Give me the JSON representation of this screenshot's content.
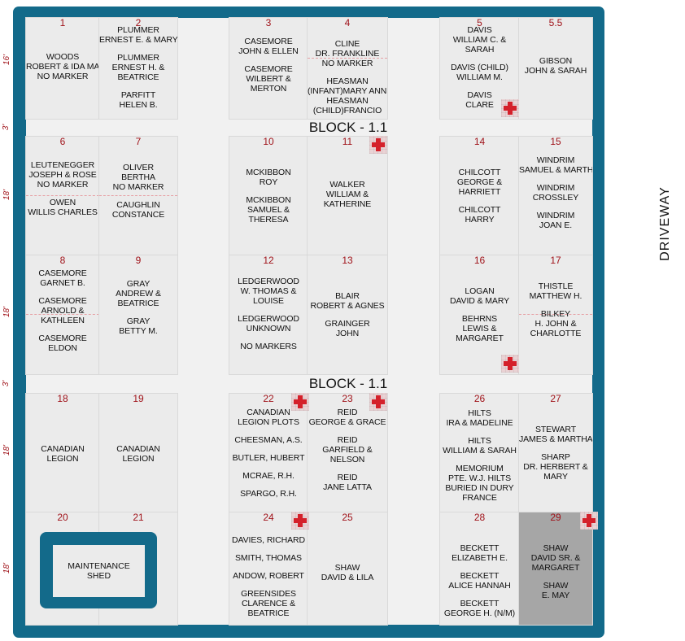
{
  "block_labels": [
    "BLOCK - 1.1",
    "BLOCK - 1.1"
  ],
  "driveway": "DRIVEWAY",
  "row_dimensions": [
    "16'",
    "3'",
    "18'",
    "18'",
    "3'",
    "18'",
    "18'"
  ],
  "maintenance_shed": [
    "MAINTENANCE",
    "SHED"
  ],
  "plots": [
    {
      "num": "1",
      "groups": [
        [
          "WOODS",
          "ROBERT & IDA MAY",
          "NO MARKER"
        ]
      ]
    },
    {
      "num": "2",
      "groups": [
        [
          "PLUMMER",
          "ERNEST E. & MARY"
        ],
        [
          "PLUMMER",
          "ERNEST H. &",
          "BEATRICE"
        ],
        [
          "PARFITT",
          "HELEN B."
        ]
      ]
    },
    {
      "num": "3",
      "groups": [
        [
          "CASEMORE",
          "JOHN & ELLEN"
        ],
        [
          "CASEMORE",
          "WILBERT &",
          "MERTON"
        ]
      ]
    },
    {
      "num": "4",
      "groups": [
        [
          "CLINE",
          "DR. FRANKLINE",
          "NO MARKER"
        ],
        [
          "HEASMAN",
          "(INFANT)MARY ANNE",
          "HEASMAN",
          "(CHILD)FRANCIO"
        ]
      ]
    },
    {
      "num": "5",
      "groups": [
        [
          "DAVIS",
          "WILLIAM C. &",
          "SARAH"
        ],
        [
          "DAVIS (CHILD)",
          "WILLIAM M."
        ],
        [
          "DAVIS",
          "CLARE"
        ]
      ]
    },
    {
      "num": "5.5",
      "groups": [
        [
          "GIBSON",
          "JOHN & SARAH"
        ]
      ]
    },
    {
      "num": "6",
      "groups": [
        [
          "LEUTENEGGER",
          "JOSEPH & ROSE",
          "NO MARKER"
        ],
        [
          "OWEN",
          "WILLIS CHARLES"
        ]
      ]
    },
    {
      "num": "7",
      "groups": [
        [
          "OLIVER",
          "BERTHA",
          "NO MARKER"
        ],
        [
          "CAUGHLIN",
          "CONSTANCE"
        ]
      ]
    },
    {
      "num": "10",
      "groups": [
        [
          "McKIBBON",
          "ROY"
        ],
        [
          "McKIBBON",
          "SAMUEL &",
          "THERESA"
        ]
      ]
    },
    {
      "num": "11",
      "groups": [
        [
          "WALKER",
          "WILLIAM &",
          "KATHERINE"
        ]
      ]
    },
    {
      "num": "14",
      "groups": [
        [
          "CHILCOTT",
          "GEORGE &",
          "HARRIETT"
        ],
        [
          "CHILCOTT",
          "HARRY"
        ]
      ]
    },
    {
      "num": "15",
      "groups": [
        [
          "WINDRIM",
          "SAMUEL & MARTHA"
        ],
        [
          "WINDRIM",
          "CROSSLEY"
        ],
        [
          "WINDRIM",
          "JOAN E."
        ]
      ]
    },
    {
      "num": "8",
      "groups": [
        [
          "CASEMORE",
          "GARNET B."
        ],
        [
          "CASEMORE",
          "ARNOLD &",
          "KATHLEEN"
        ],
        [
          "CASEMORE",
          "ELDON"
        ]
      ]
    },
    {
      "num": "9",
      "groups": [
        [
          "GRAY",
          "ANDREW &",
          "BEATRICE"
        ],
        [
          "GRAY",
          "BETTY M."
        ]
      ]
    },
    {
      "num": "12",
      "groups": [
        [
          "LEDGERWOOD",
          "W. THOMAS &",
          "LOUISE"
        ],
        [
          "LEDGERWOOD",
          "UNKNOWN"
        ],
        [
          "NO MARKERS"
        ]
      ]
    },
    {
      "num": "13",
      "groups": [
        [
          "BLAIR",
          "ROBERT & AGNES"
        ],
        [
          "GRAINGER",
          "JOHN"
        ]
      ]
    },
    {
      "num": "16",
      "groups": [
        [
          "LOGAN",
          "DAVID & MARY"
        ],
        [
          "BEHRNS",
          "LEWIS &",
          "MARGARET"
        ]
      ]
    },
    {
      "num": "17",
      "groups": [
        [
          "THISTLE",
          "MATTHEW H."
        ],
        [
          "BILKEY",
          "H. JOHN &",
          "CHARLOTTE"
        ]
      ]
    },
    {
      "num": "18",
      "groups": [
        [
          "CANADIAN",
          "LEGION"
        ]
      ]
    },
    {
      "num": "19",
      "groups": [
        [
          "CANADIAN",
          "LEGION"
        ]
      ]
    },
    {
      "num": "22",
      "groups": [
        [
          "CANADIAN",
          "LEGION PLOTS"
        ],
        [
          "CHEESMAN, A.S."
        ],
        [
          "BUTLER, HUBERT"
        ],
        [
          "McRAE, R.H."
        ],
        [
          "SPARGO, R.H."
        ]
      ]
    },
    {
      "num": "23",
      "groups": [
        [
          "REID",
          "GEORGE & GRACE"
        ],
        [
          "REID",
          "GARFIELD &",
          "NELSON"
        ],
        [
          "REID",
          "JANE LATTA"
        ]
      ]
    },
    {
      "num": "26",
      "groups": [
        [
          "HILTS",
          "IRA & MADELINE"
        ],
        [
          "HILTS",
          "WILLIAM & SARAH"
        ],
        [
          "MEMORIUM",
          "PTE. W.J. HILTS",
          "BURIED IN DURY",
          "FRANCE"
        ]
      ]
    },
    {
      "num": "27",
      "groups": [
        [
          "STEWART",
          "JAMES & MARTHA"
        ],
        [
          "SHARP",
          "DR. HERBERT &",
          "MARY"
        ]
      ]
    },
    {
      "num": "20",
      "groups": []
    },
    {
      "num": "21",
      "groups": []
    },
    {
      "num": "24",
      "groups": [
        [
          "DAVIES, RICHARD"
        ],
        [
          "SMITH, THOMAS"
        ],
        [
          "ANDOW, ROBERT"
        ],
        [
          "GREENSIDES",
          "CLARENCE &",
          "BEATRICE"
        ]
      ]
    },
    {
      "num": "25",
      "groups": [
        [
          "SHAW",
          "DAVID & LILA"
        ]
      ]
    },
    {
      "num": "28",
      "groups": [
        [
          "BECKETT",
          "ELIZABETH E."
        ],
        [
          "BECKETT",
          "ALICE HANNAH"
        ],
        [
          "BECKETT",
          "GEORGE H. (N/M)"
        ]
      ]
    },
    {
      "num": "29",
      "groups": [
        [
          "SHAW",
          "DAVID SR. &",
          "MARGARET"
        ],
        [
          "SHAW",
          "E. MAY"
        ]
      ]
    }
  ]
}
